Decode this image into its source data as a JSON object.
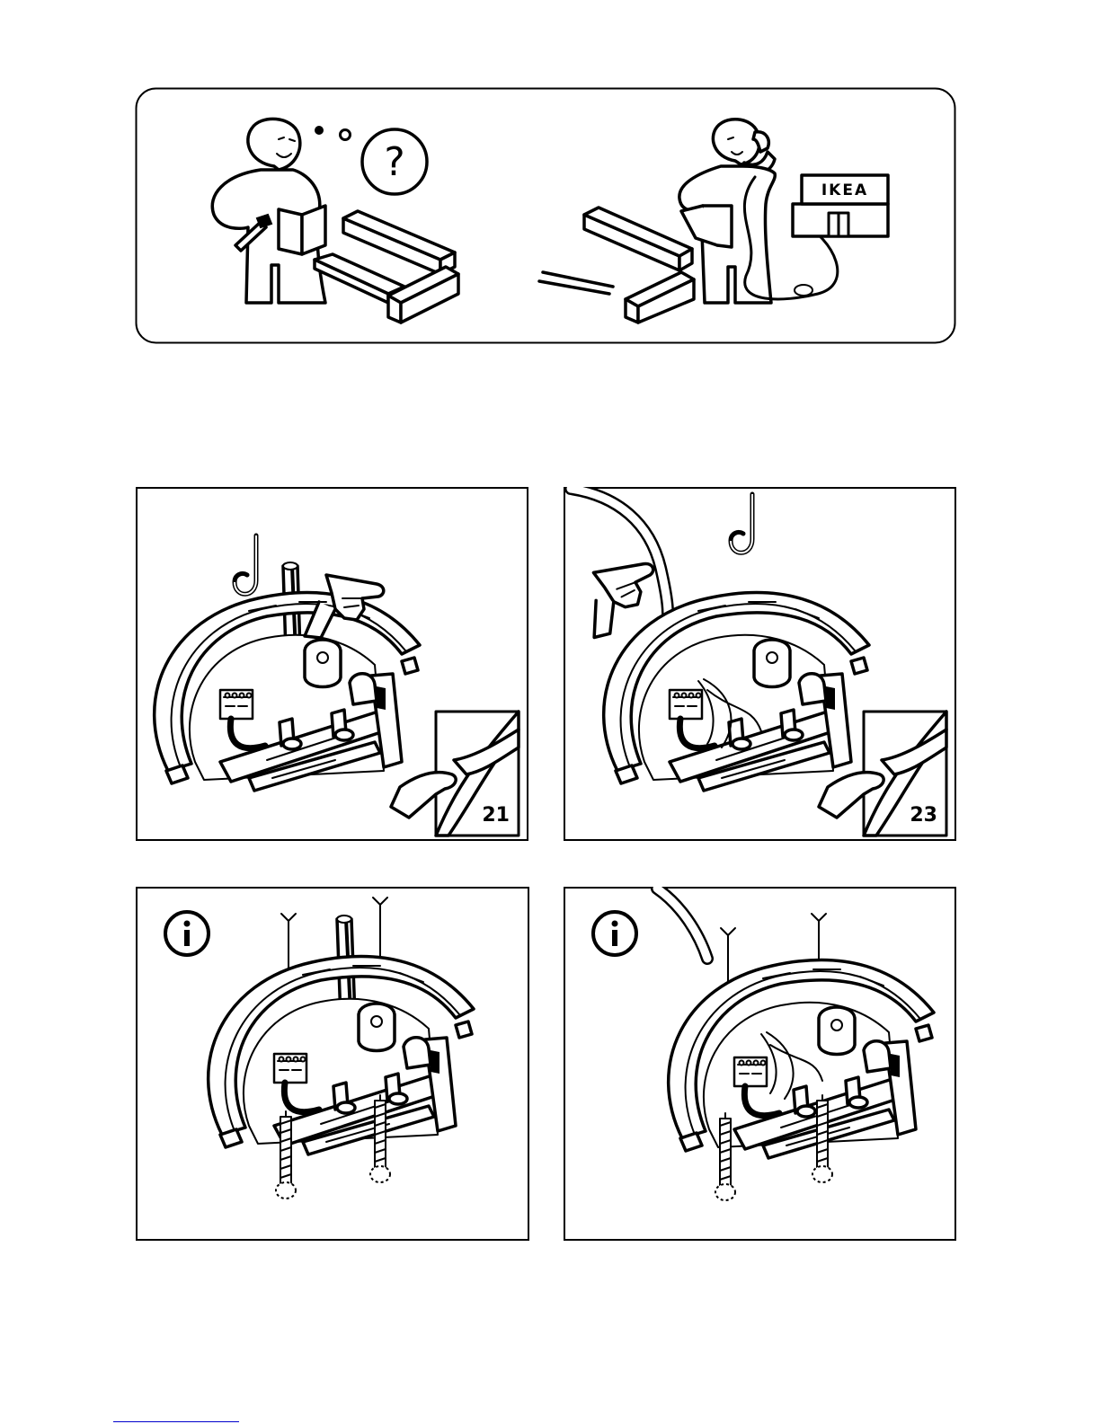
{
  "help_panel": {
    "question_mark": "?",
    "store_sign": "IKEA"
  },
  "steps": [
    {
      "page_ref": "21"
    },
    {
      "page_ref": "23"
    },
    {
      "info_symbol": "i"
    },
    {
      "info_symbol": "i"
    }
  ],
  "colors": {
    "ink": "#000000",
    "paper": "#ffffff",
    "footer_link_line": "#0000cc"
  },
  "icons": [
    "question-bubble-icon",
    "phone-icon",
    "pointing-hand-icon",
    "page-turn-icon",
    "info-icon"
  ]
}
